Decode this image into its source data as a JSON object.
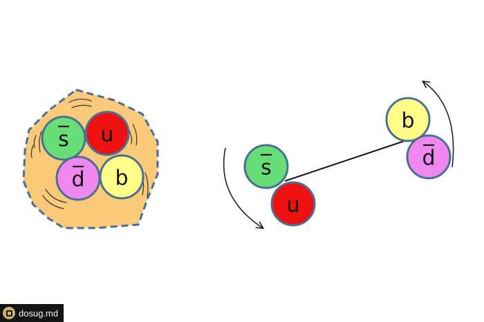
{
  "bound_state": {
    "quarks": [
      {
        "label": "s",
        "anti": true,
        "color": "#66dd77"
      },
      {
        "label": "u",
        "anti": false,
        "color": "#ee1111"
      },
      {
        "label": "d",
        "anti": true,
        "color": "#ee88ee"
      },
      {
        "label": "b",
        "anti": false,
        "color": "#ffff88"
      }
    ],
    "blob_color": "#fbc97a",
    "blob_border": "#466d95"
  },
  "separated_state": {
    "left_pair": [
      {
        "label": "s",
        "anti": true,
        "color": "#66dd77"
      },
      {
        "label": "u",
        "anti": false,
        "color": "#ee1111"
      }
    ],
    "right_pair": [
      {
        "label": "b",
        "anti": false,
        "color": "#ffff88"
      },
      {
        "label": "d",
        "anti": true,
        "color": "#ee88ee"
      }
    ]
  },
  "quark_border": "#4a7090",
  "watermark": {
    "text": "dosug.md",
    "icon": "dosug-logo-icon"
  }
}
